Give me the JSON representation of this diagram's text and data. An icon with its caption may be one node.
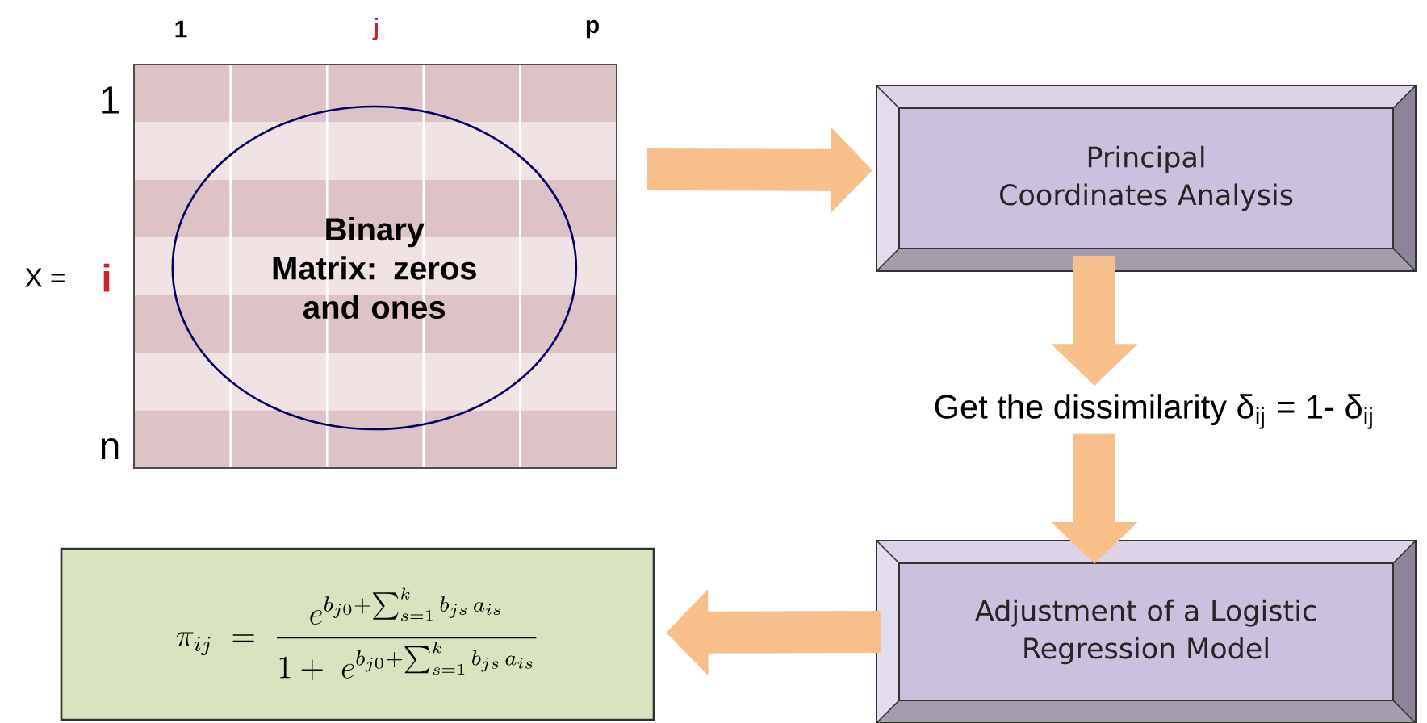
{
  "diagram": {
    "nodes": [
      {
        "text": [],
        "shape": "box"
      },
      {
        "text": [
          "Binary Matrix: zeros and ones"
        ],
        "in": 0
      },
      {
        "text": [
          "Principal Coordinates Analysis"
        ]
      },
      {
        "text": [
          "Get the dissimilarity δ$_{ij}$ = 1- δ$_{ij}$"
        ]
      },
      {
        "text": [
          "Adjustment of a Logistic Regression Model"
        ]
      },
      {
        "text": [
          "\\pi_{ij} \\;=\\; \\frac{e^{b_{j0}+\\sum_{s=1}^{k} b_{js}\\, a_{is}}}{1 +\\; e^{b_{j0}+\\sum_{s=1}^{k} b_{js}\\, a_{is}}}"
        ]
      }
    ],
    "edges": [
      {
        "from": 0,
        "to": 2,
        "arrow": "to"
      },
      {
        "from": 2,
        "to": 3,
        "arrow": "to"
      },
      {
        "from": 3,
        "to": 4,
        "arrow": "to"
      },
      {
        "from": 4,
        "to": 5,
        "arrow": "to"
      }
    ],
    "labels": [
      "1",
      "j",
      "p",
      "1",
      "X =",
      "i",
      "n"
    ]
  }
}
